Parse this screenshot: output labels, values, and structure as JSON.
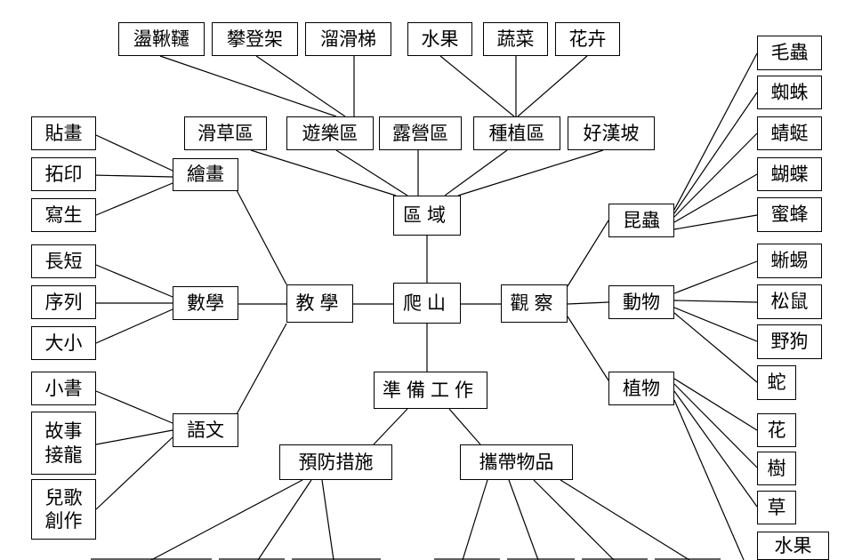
{
  "center": "爬山",
  "branches": {
    "area": {
      "label": "區域",
      "zones": [
        "滑草區",
        "遊樂區",
        "露營區",
        "種植區",
        "好漢坡"
      ],
      "play_equipment": [
        "盪鞦韆",
        "攀登架",
        "溜滑梯"
      ],
      "planting": [
        "水果",
        "蔬菜",
        "花卉"
      ]
    },
    "teaching": {
      "label": "教學",
      "subjects": [
        {
          "label": "繪畫",
          "items": [
            "貼畫",
            "拓印",
            "寫生"
          ]
        },
        {
          "label": "數學",
          "items": [
            "長短",
            "序列",
            "大小"
          ]
        },
        {
          "label": "語文",
          "items": [
            "小書",
            "故事\n接龍",
            "兒歌\n創作"
          ]
        }
      ]
    },
    "observation": {
      "label": "觀察",
      "groups": [
        {
          "label": "昆蟲",
          "items": [
            "毛蟲",
            "蜘蛛",
            "蜻蜓",
            "蝴蝶",
            "蜜蜂"
          ]
        },
        {
          "label": "動物",
          "items": [
            "蜥蜴",
            "松鼠",
            "野狗",
            "蛇"
          ]
        },
        {
          "label": "植物",
          "items": [
            "花",
            "樹",
            "草",
            "水果"
          ]
        }
      ]
    },
    "preparation": {
      "label": "準備工作",
      "children": [
        "預防措施",
        "攜帶物品"
      ]
    }
  }
}
